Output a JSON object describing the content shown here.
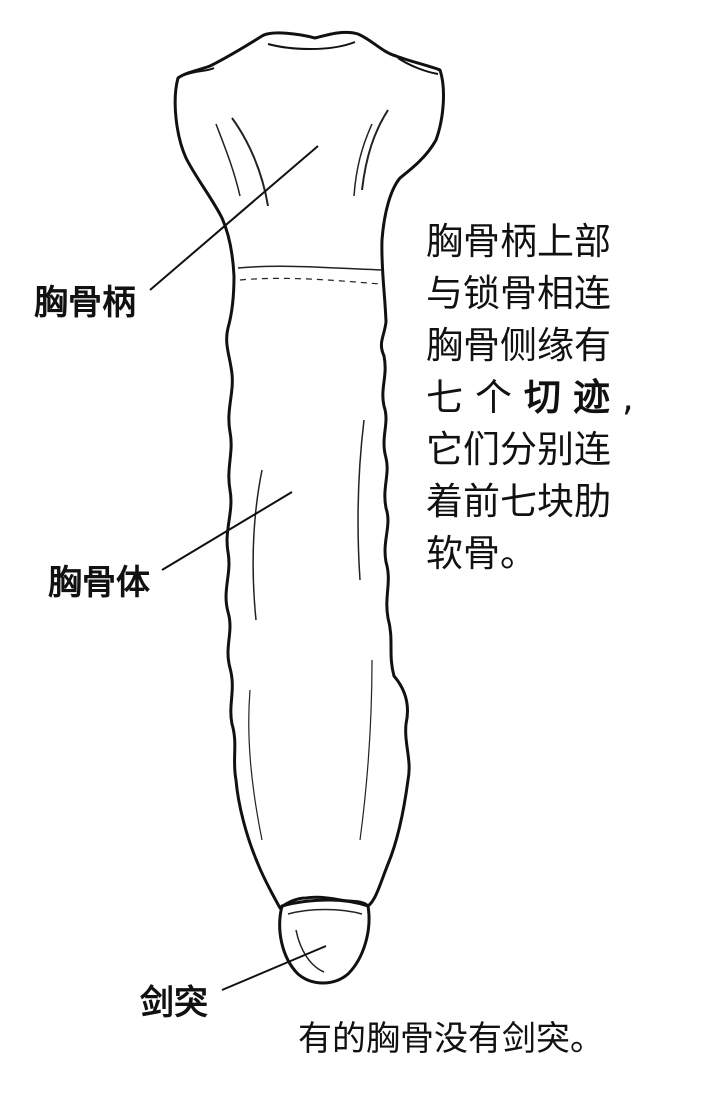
{
  "labels": {
    "manubrium": "胸骨柄",
    "body": "胸骨体",
    "xiphoid": "剑突"
  },
  "description": {
    "line1": "胸骨柄上部",
    "line2": "与锁骨相连",
    "line3": "胸骨侧缘有",
    "line4_prefix": "七个",
    "line4_bold": "切迹",
    "line4_suffix": ",",
    "line5": "它们分别连",
    "line6": "着前七块肋",
    "line7": "软骨。"
  },
  "footnote": "有的胸骨没有剑突。",
  "colors": {
    "ink": "#111111",
    "background": "#ffffff"
  }
}
